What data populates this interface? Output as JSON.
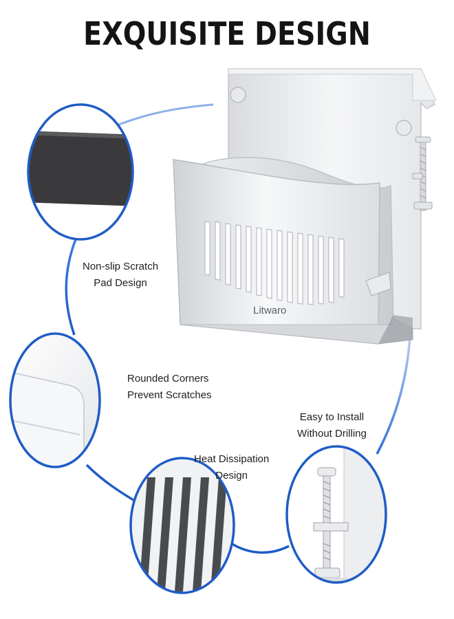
{
  "title": "EXQUISITE DESIGN",
  "brand": "Litwaro",
  "features": [
    {
      "line1": "Non-slip Scratch",
      "line2": "Pad Design"
    },
    {
      "line1": "Rounded Corners",
      "line2": "Prevent Scratches"
    },
    {
      "line1": "Heat Dissipation",
      "line2": "Design"
    },
    {
      "line1": "Easy to Install",
      "line2": "Without Drilling"
    }
  ],
  "colors": {
    "accent_curve": "#2f6fd6",
    "title": "#141414",
    "pad": "#3a3a3c",
    "product": "#eef0f2"
  }
}
